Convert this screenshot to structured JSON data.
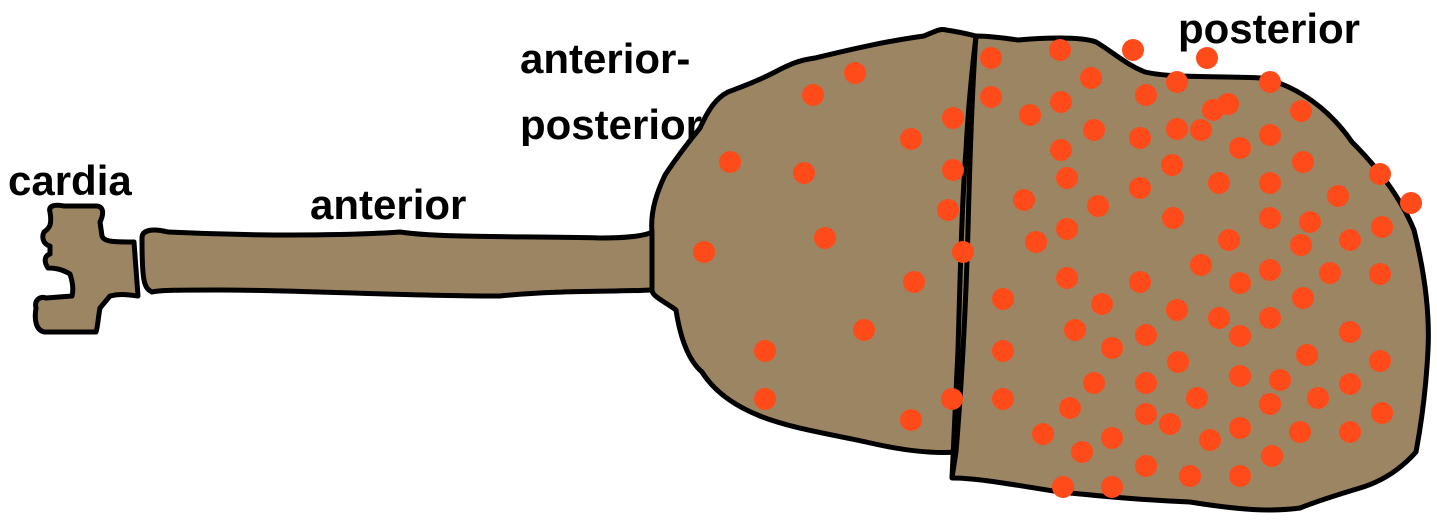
{
  "labels": {
    "cardia": "cardia",
    "anterior": "anterior",
    "anterior_posterior_line1": "anterior-",
    "anterior_posterior_line2": "posterior",
    "posterior": "posterior"
  },
  "colors": {
    "tissue_fill": "#9C8563",
    "outline": "#000000",
    "dot": "#FF4A1A",
    "background": "#FFFFFF",
    "text": "#000000"
  }
}
